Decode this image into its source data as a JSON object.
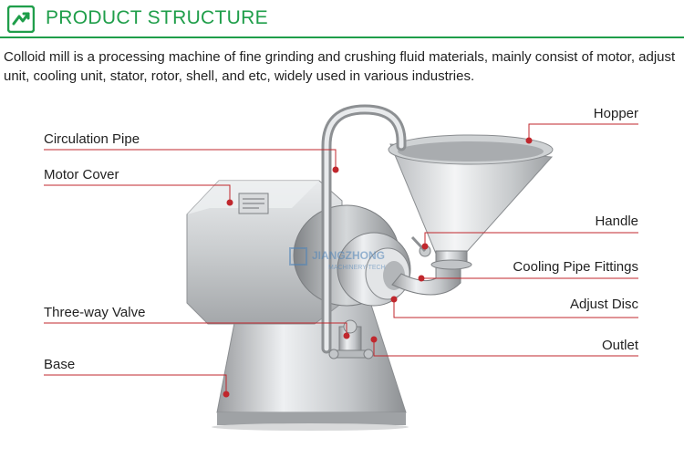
{
  "header": {
    "title": "PRODUCT STRUCTURE",
    "logo_icon": "green-arrow-square-icon",
    "accent_color": "#1f9e4a"
  },
  "description": "Colloid mill is a processing machine of fine grinding and crushing fluid materials, mainly consist of motor, adjust unit, cooling unit, stator, rotor, shell, and etc, widely used in various industries.",
  "watermark": {
    "brand": "JIANGZHONG",
    "sub": "MACHINERY-TECH"
  },
  "labels": {
    "circulation_pipe": "Circulation Pipe",
    "motor_cover": "Motor Cover",
    "three_way_valve": "Three-way Valve",
    "base": "Base",
    "hopper": "Hopper",
    "handle": "Handle",
    "cooling_pipe_fittings": "Cooling Pipe Fittings",
    "adjust_disc": "Adjust Disc",
    "outlet": "Outlet"
  },
  "callout_color": "#c0272d"
}
